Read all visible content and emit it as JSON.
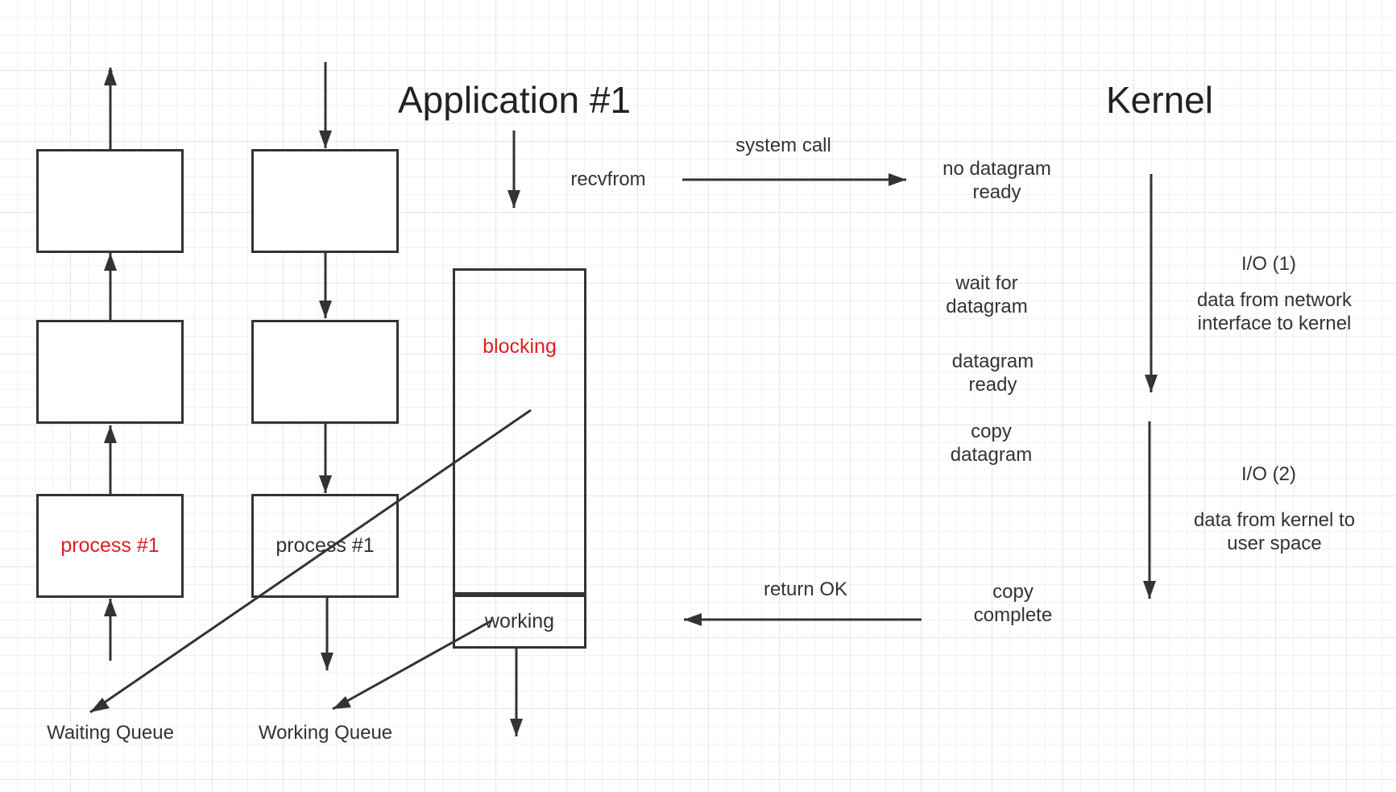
{
  "titles": {
    "application": "Application #1",
    "kernel": "Kernel"
  },
  "waiting_queue": {
    "label": "Waiting Queue",
    "process": "process #1"
  },
  "working_queue": {
    "label": "Working Queue",
    "process": "process #1"
  },
  "app": {
    "blocking": "blocking",
    "working": "working",
    "recvfrom": "recvfrom"
  },
  "messages": {
    "system_call": "system call",
    "return_ok": "return OK"
  },
  "kernel_steps": {
    "no_datagram_ready": "no datagram ready",
    "wait_for_datagram": "wait for datagram",
    "datagram_ready": "datagram ready",
    "copy_datagram": "copy datagram",
    "copy_complete": "copy complete"
  },
  "io": {
    "io1": "I/O (1)",
    "io1_desc": "data from network interface to kernel",
    "io2": "I/O (2)",
    "io2_desc": "data from kernel to user space"
  },
  "colors": {
    "line": "#333333",
    "highlight": "#e11d1d",
    "grid": "#e6e6e6"
  }
}
